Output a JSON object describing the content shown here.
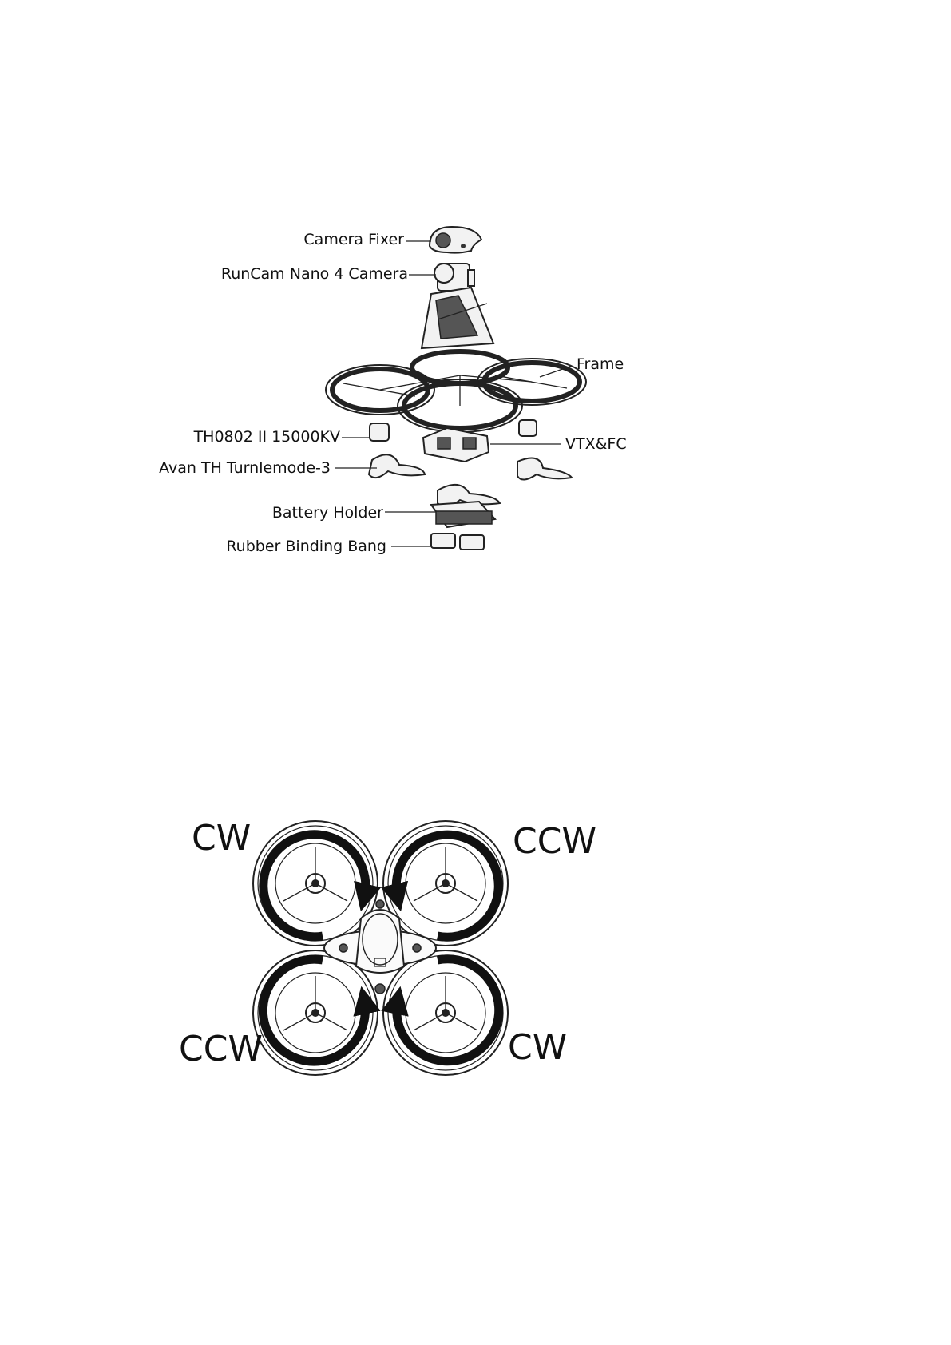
{
  "exploded_view": {
    "labels": {
      "camera_fixer": "Camera Fixer",
      "runcam_camera": "RunCam Nano 4 Camera",
      "frame": "Frame",
      "motor": "TH0802 II 15000KV",
      "vtx_fc": "VTX&FC",
      "propeller": "Avan TH Turnlemode-3",
      "battery_holder": "Battery Holder",
      "rubber_band": "Rubber Binding Bang"
    }
  },
  "rotation_diagram": {
    "top_left": "CW",
    "top_right": "CCW",
    "bottom_left": "CCW",
    "bottom_right": "CW"
  }
}
